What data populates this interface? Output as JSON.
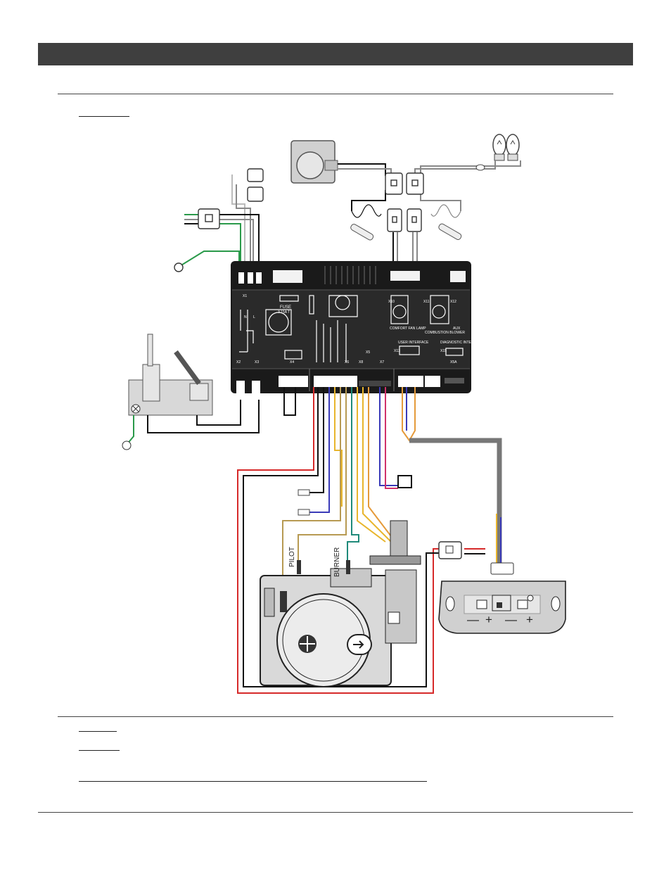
{
  "labels": {
    "pilot": "PILOT",
    "burner": "BURNER",
    "fuse": "FUSE",
    "fuse_rating": "3.15A T",
    "comfort_fan": "COMFORT FAN",
    "lamp": "LAMP",
    "combustion_blower": "COMBUSTION BLOWER",
    "aux": "AUX",
    "user_interface": "USER INTERFACE",
    "diagnostic_interface": "DIAGNOSTIC INTERFACE",
    "x1": "X1",
    "n": "N",
    "l": "L",
    "x2": "X2",
    "x3": "X3",
    "x4": "X4",
    "x5": "X5",
    "x6": "X6",
    "x7": "X7",
    "x8": "X8",
    "x10": "X10",
    "x11": "X11",
    "x12": "X12",
    "x13": "X13",
    "x15": "X15",
    "x5a": "X5A"
  },
  "battery_pack": {
    "signs": [
      "—",
      "+",
      "—",
      "+"
    ]
  },
  "colors": {
    "header": "#3f3f3f",
    "board": "#1a1a1a",
    "wire_red": "#d62a2a",
    "wire_black": "#111111",
    "wire_gray": "#777777",
    "wire_yellow": "#e8b52c",
    "wire_orange": "#e59a3a",
    "wire_blue": "#3a3ab8",
    "wire_green": "#2a9a4a",
    "wire_teal": "#1f8a7a",
    "wire_magenta": "#d0306a",
    "wire_tan": "#b79a52"
  }
}
